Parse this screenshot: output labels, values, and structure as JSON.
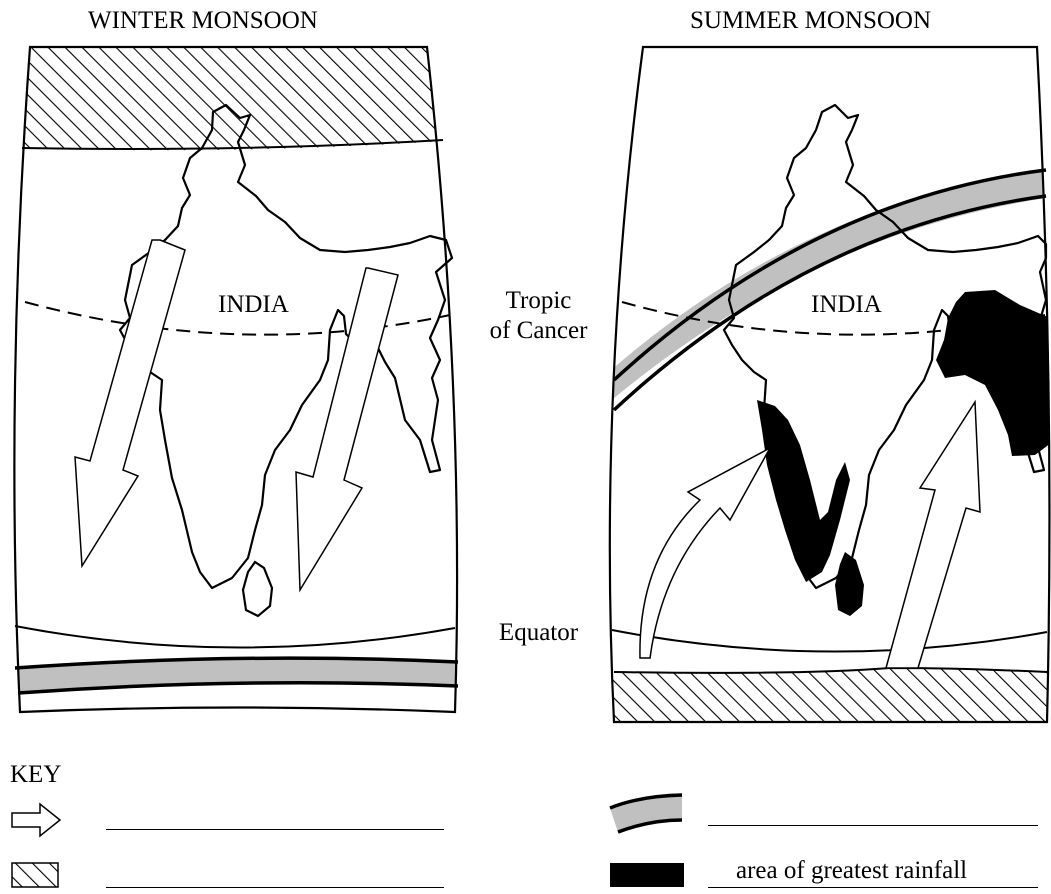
{
  "panels": {
    "winter": {
      "title": "WINTER MONSOON",
      "country_label": "INDIA"
    },
    "summer": {
      "title": "SUMMER MONSOON",
      "country_label": "INDIA"
    }
  },
  "lines": {
    "tropic_line1": "Tropic",
    "tropic_line2": "of Cancer",
    "equator": "Equator"
  },
  "key": {
    "title": "KEY",
    "items": [
      {
        "symbol": "hollow-arrow-icon",
        "label": ""
      },
      {
        "symbol": "hatched-box-icon",
        "label": ""
      },
      {
        "symbol": "grey-band-icon",
        "label": ""
      },
      {
        "symbol": "black-box-icon",
        "label": "area of greatest rainfall"
      }
    ]
  },
  "colors": {
    "band_grey": "#c0c0c0",
    "ink": "#000000",
    "paper": "#ffffff"
  }
}
